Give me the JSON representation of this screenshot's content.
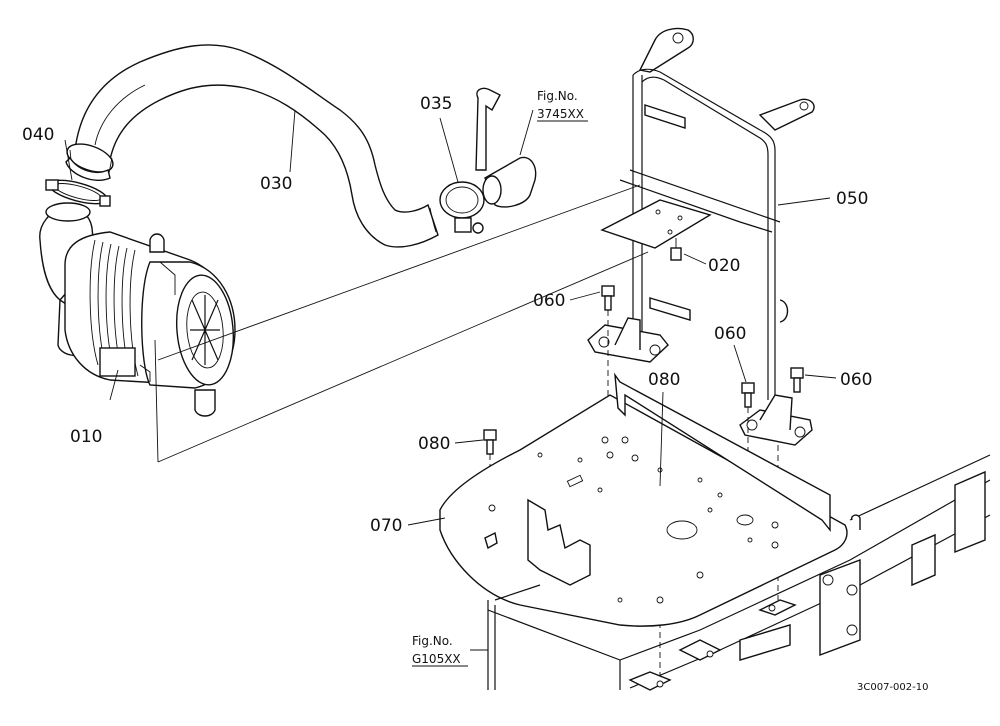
{
  "callouts": {
    "p010": "010",
    "p020": "020",
    "p030": "030",
    "p035": "035",
    "p040": "040",
    "p050": "050",
    "p060a": "060",
    "p060b": "060",
    "p060c": "060",
    "p070": "070",
    "p080a": "080",
    "p080b": "080"
  },
  "figure_refs": {
    "top": {
      "line1": "Fig.No.",
      "line2": "3745XX"
    },
    "bottom": {
      "line1": "Fig.No.",
      "line2": "G105XX"
    }
  },
  "drawing_code": "3C007-002-10"
}
